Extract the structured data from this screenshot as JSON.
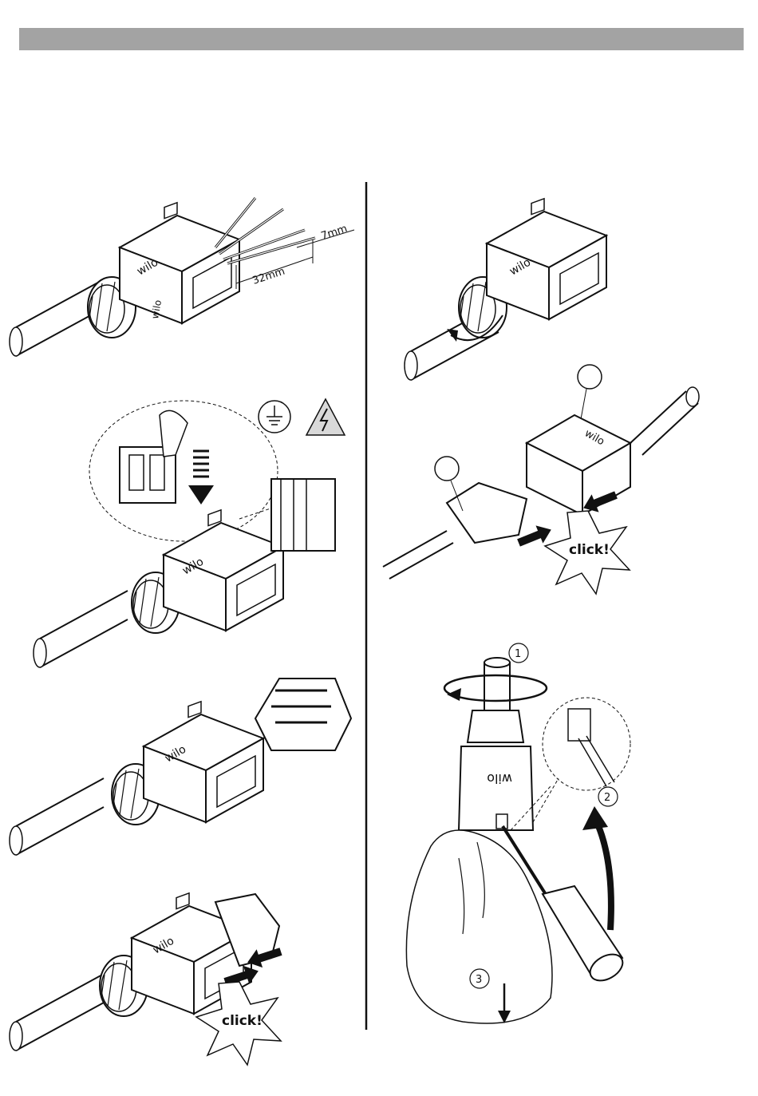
{
  "dimensions": {
    "strip_length": "32mm",
    "wire_strip": "7mm"
  },
  "brand": "wilo",
  "click_text": "click!",
  "callouts": [
    "1",
    "2",
    "3"
  ],
  "icons": [
    "ground-symbol-icon",
    "high-voltage-warning-icon"
  ],
  "colors": {
    "header_bar": "#a3a3a3",
    "warning_fill": "#d9d9d9",
    "line": "#111111"
  }
}
